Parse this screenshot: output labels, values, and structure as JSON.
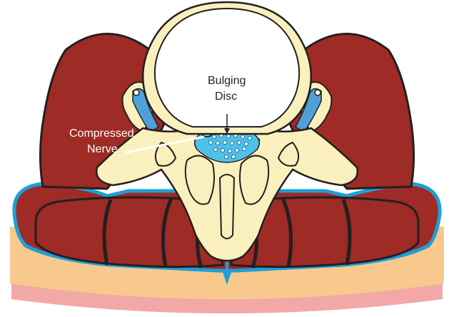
{
  "labels": {
    "bulging_disc": {
      "line1": "Bulging",
      "line2": "Disc"
    },
    "compressed_nerve": {
      "line1": "Compressed",
      "line2": "Nerve"
    }
  },
  "colors": {
    "muscle": "#9e2b25",
    "bone": "#faf0bd",
    "disc_interior": "#ffffff",
    "nerve_fill": "#4fc0e8",
    "fascia_line": "#1d9fd8",
    "fat_layer": "#f7c98d",
    "skin_layer": "#f3a8a8",
    "ligament": "#c9b92a",
    "outline": "#231f20",
    "label_light": "#ffffff"
  }
}
